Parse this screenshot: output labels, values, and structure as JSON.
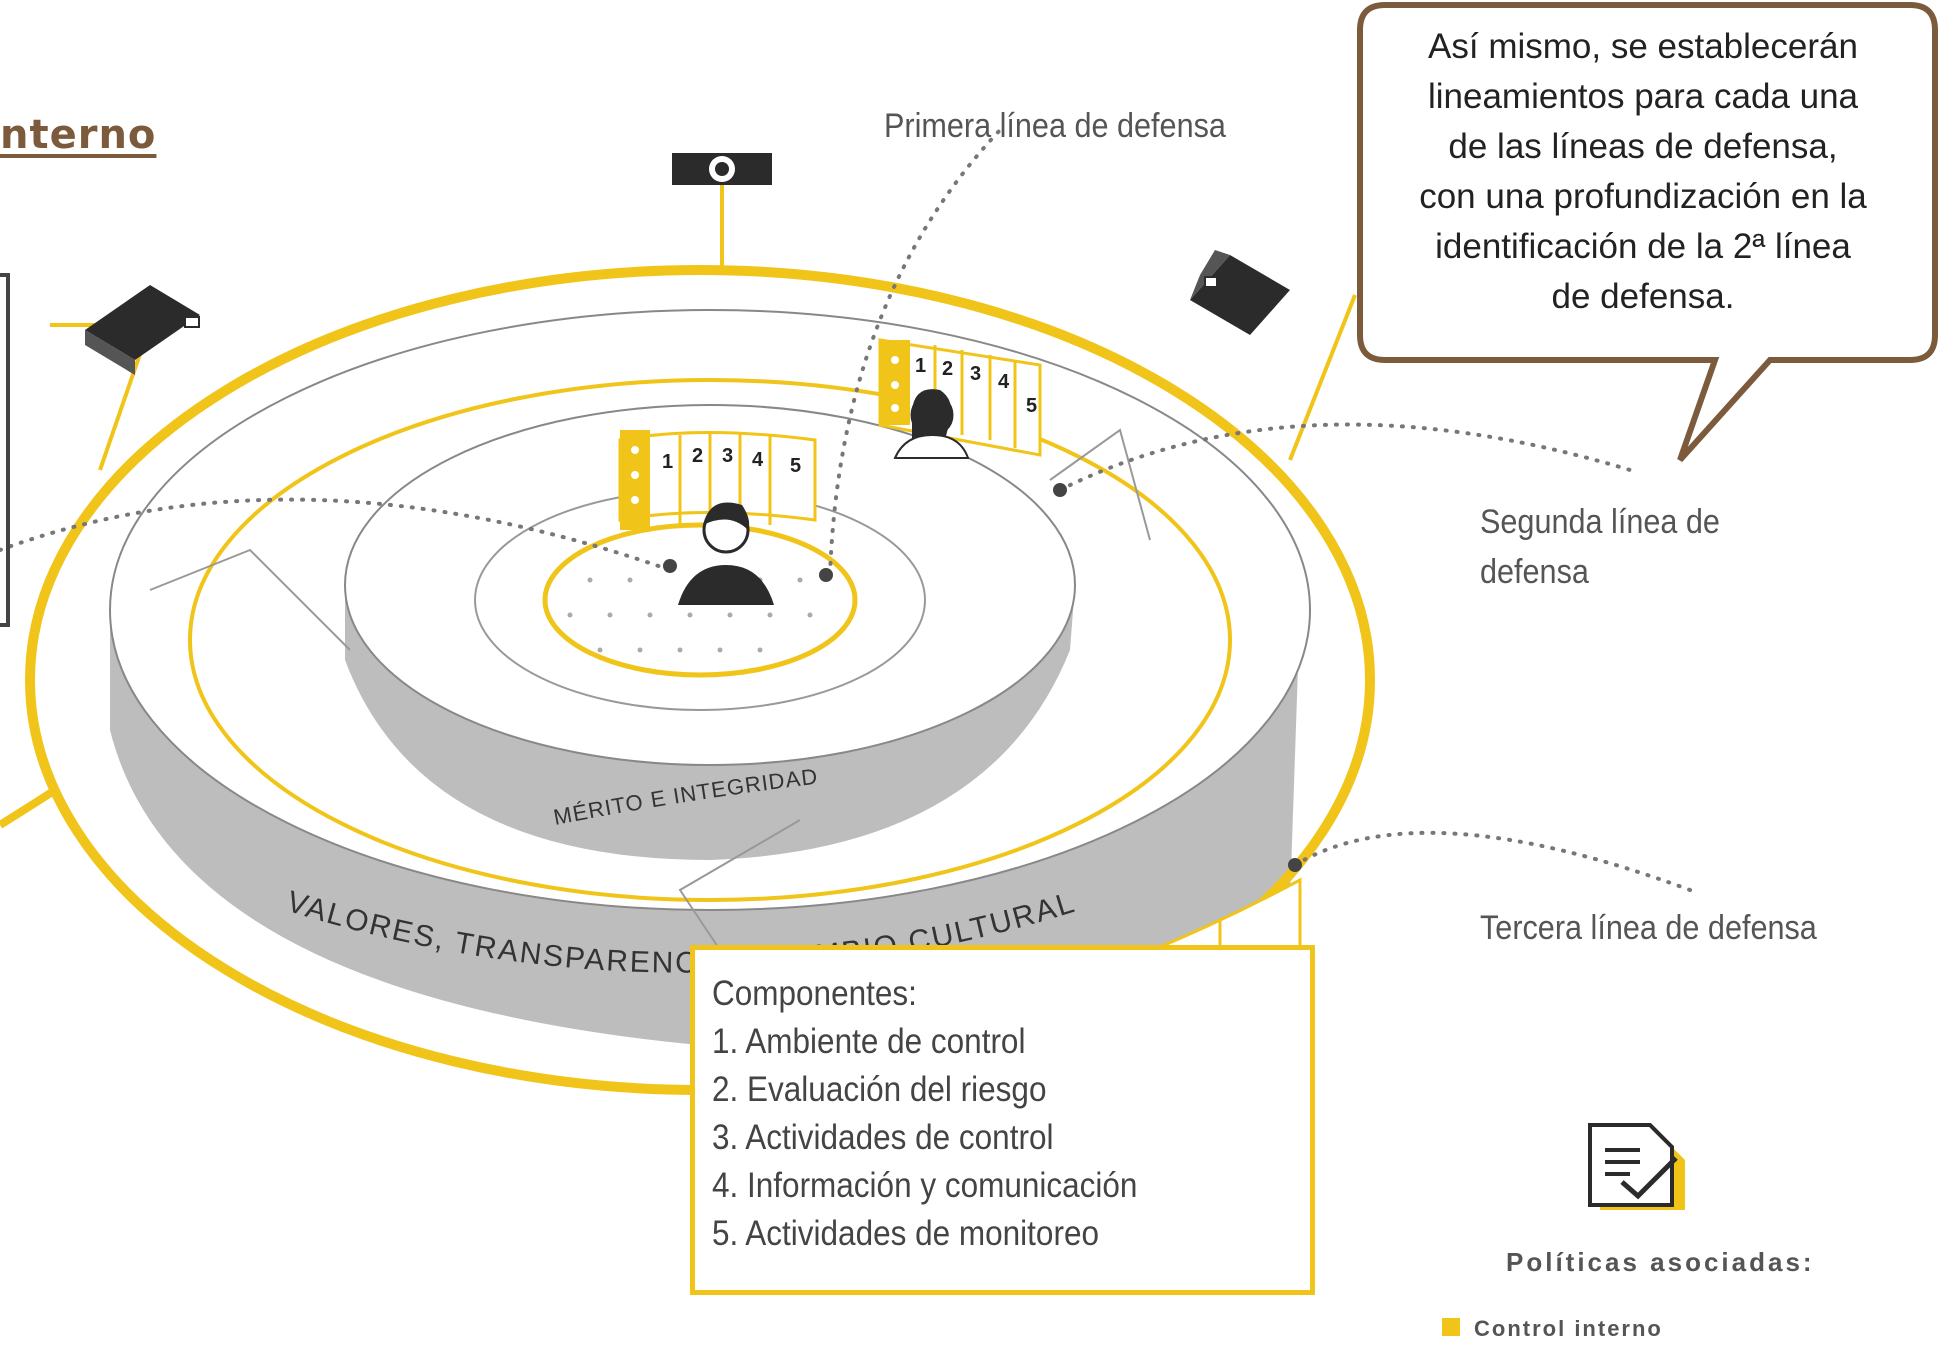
{
  "title": "nterno",
  "labels": {
    "primera": "Primera línea de defensa",
    "segunda_1": "Segunda línea de",
    "segunda_2": "defensa",
    "tercera": "Tercera línea de defensa"
  },
  "callout": {
    "lines": [
      "Así mismo, se establecerán",
      "lineamientos para cada una",
      "de las líneas de defensa,",
      "con una profundización en la",
      "identificación de la 2ª línea",
      "de defensa."
    ]
  },
  "ring_labels": {
    "inner": "MÉRITO E INTEGRIDAD",
    "outer": "VALORES, TRANSPARENCIA Y CAMBIO CULTURAL"
  },
  "components": {
    "heading": "Componentes:",
    "items": [
      "1. Ambiente de control",
      "2. Evaluación del riesgo",
      "3. Actividades de control",
      "4. Información y comunicación",
      "5. Actividades de monitoreo"
    ]
  },
  "panel_numbers": [
    "1",
    "2",
    "3",
    "4",
    "5"
  ],
  "policies": {
    "title": "Políticas asociadas:",
    "items": [
      "Control interno"
    ]
  },
  "colors": {
    "accent_yellow": "#f0c419",
    "ring_grey": "#bdbdbd",
    "dark": "#2b2b2b",
    "bubble_border": "#7b5b3c",
    "title_brown": "#7b5b3c"
  },
  "icons": [
    "camera-icon",
    "monitor-icon",
    "person-icon",
    "document-check-icon",
    "chart-arrow-icon"
  ]
}
